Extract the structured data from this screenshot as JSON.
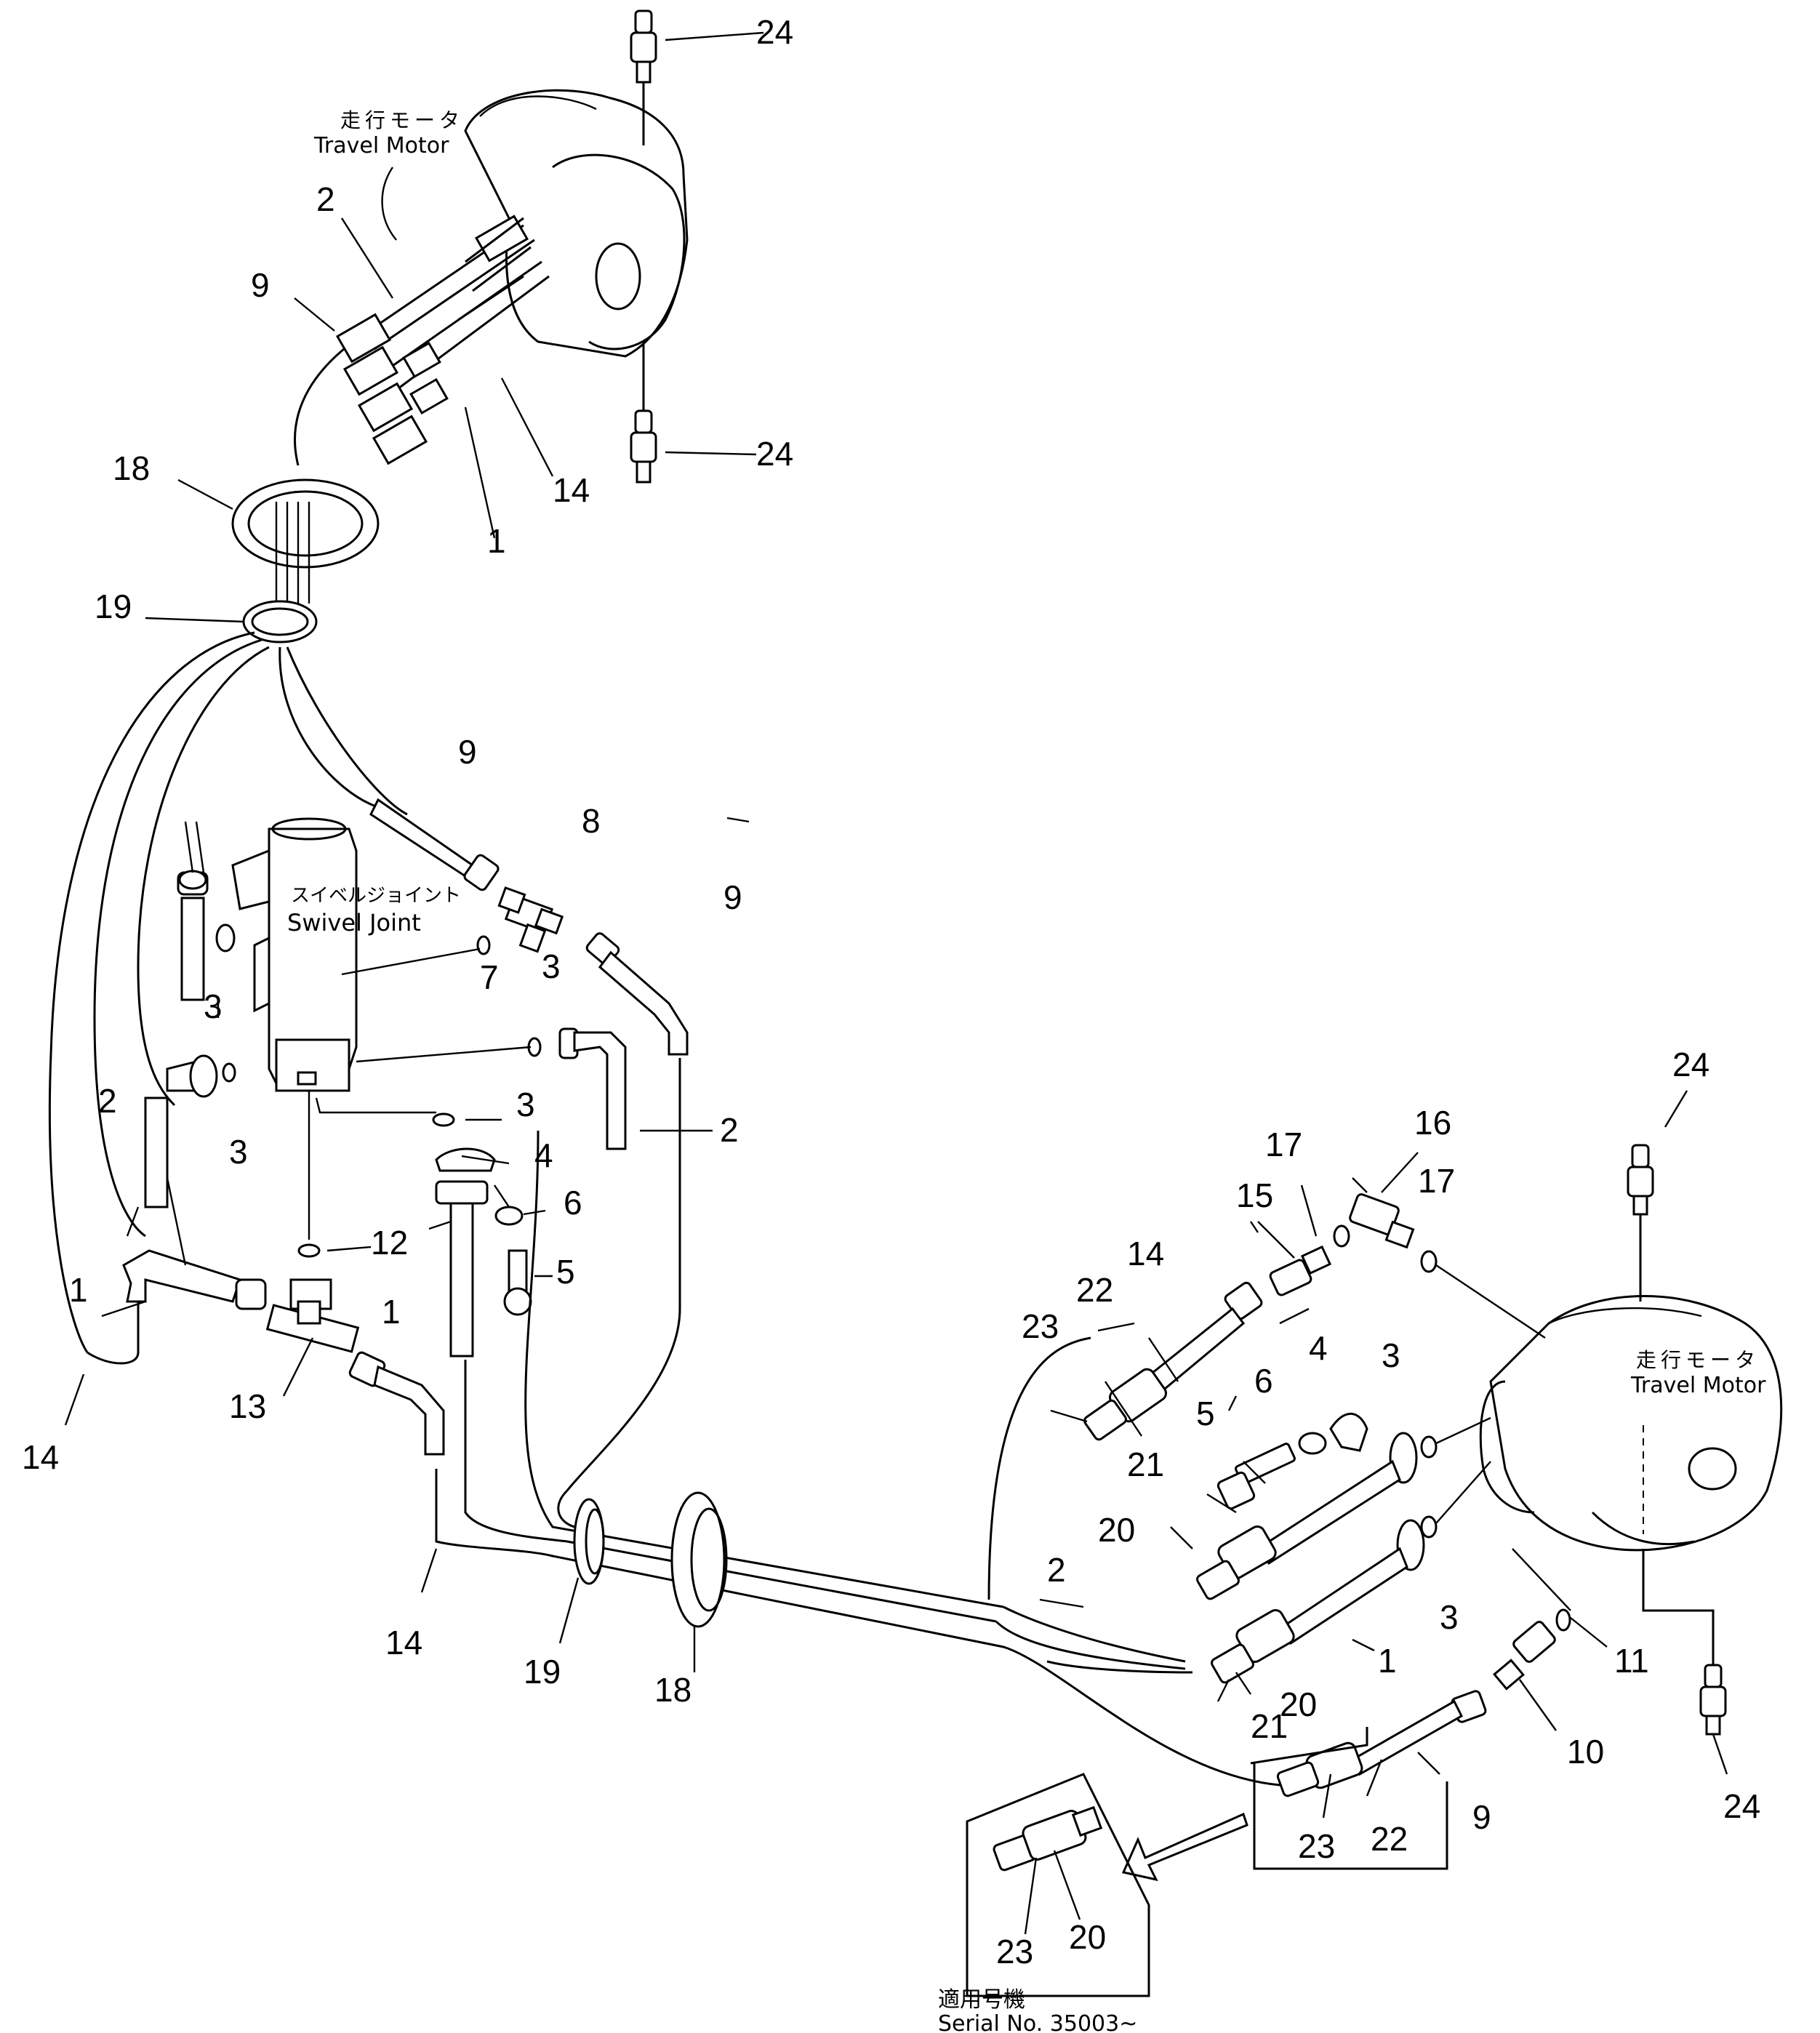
{
  "labels": {
    "travel_motor_top": {
      "jp": "走行モータ",
      "en": "Travel Motor"
    },
    "travel_motor_right": {
      "jp": "走行モータ",
      "en": "Travel Motor"
    },
    "swivel_joint": {
      "jp": "スイベルジョイント",
      "en": "Swivel Joint"
    },
    "serial_note": {
      "jp": "適用号機",
      "en": "Serial No. 35003~"
    }
  },
  "callouts": [
    {
      "id": "c1",
      "text": "24"
    },
    {
      "id": "c2",
      "text": "2"
    },
    {
      "id": "c3",
      "text": "9"
    },
    {
      "id": "c4",
      "text": "24"
    },
    {
      "id": "c5",
      "text": "18"
    },
    {
      "id": "c6",
      "text": "14"
    },
    {
      "id": "c7",
      "text": "1"
    },
    {
      "id": "c8",
      "text": "19"
    },
    {
      "id": "c9",
      "text": "9"
    },
    {
      "id": "c10",
      "text": "8"
    },
    {
      "id": "c11",
      "text": "9"
    },
    {
      "id": "c12",
      "text": "3"
    },
    {
      "id": "c13",
      "text": "7"
    },
    {
      "id": "c14",
      "text": "3"
    },
    {
      "id": "c15",
      "text": "2"
    },
    {
      "id": "c16",
      "text": "3"
    },
    {
      "id": "c17",
      "text": "3"
    },
    {
      "id": "c18",
      "text": "2"
    },
    {
      "id": "c19",
      "text": "4"
    },
    {
      "id": "c20",
      "text": "6"
    },
    {
      "id": "c21",
      "text": "12"
    },
    {
      "id": "c22",
      "text": "5"
    },
    {
      "id": "c23",
      "text": "1"
    },
    {
      "id": "c24",
      "text": "1"
    },
    {
      "id": "c25",
      "text": "14"
    },
    {
      "id": "c26",
      "text": "13"
    },
    {
      "id": "c27",
      "text": "14"
    },
    {
      "id": "c28",
      "text": "19"
    },
    {
      "id": "c29",
      "text": "18"
    },
    {
      "id": "c30",
      "text": "24"
    },
    {
      "id": "c31",
      "text": "17"
    },
    {
      "id": "c32",
      "text": "16"
    },
    {
      "id": "c33",
      "text": "17"
    },
    {
      "id": "c34",
      "text": "15"
    },
    {
      "id": "c35",
      "text": "14"
    },
    {
      "id": "c36",
      "text": "22"
    },
    {
      "id": "c37",
      "text": "23"
    },
    {
      "id": "c38",
      "text": "4"
    },
    {
      "id": "c39",
      "text": "6"
    },
    {
      "id": "c40",
      "text": "3"
    },
    {
      "id": "c41",
      "text": "5"
    },
    {
      "id": "c42",
      "text": "21"
    },
    {
      "id": "c43",
      "text": "20"
    },
    {
      "id": "c44",
      "text": "2"
    },
    {
      "id": "c45",
      "text": "3"
    },
    {
      "id": "c46",
      "text": "1"
    },
    {
      "id": "c47",
      "text": "20"
    },
    {
      "id": "c48",
      "text": "21"
    },
    {
      "id": "c49",
      "text": "11"
    },
    {
      "id": "c50",
      "text": "10"
    },
    {
      "id": "c51",
      "text": "24"
    },
    {
      "id": "c52",
      "text": "9"
    },
    {
      "id": "c53",
      "text": "22"
    },
    {
      "id": "c54",
      "text": "23"
    },
    {
      "id": "c55",
      "text": "20"
    },
    {
      "id": "c56",
      "text": "23"
    }
  ]
}
